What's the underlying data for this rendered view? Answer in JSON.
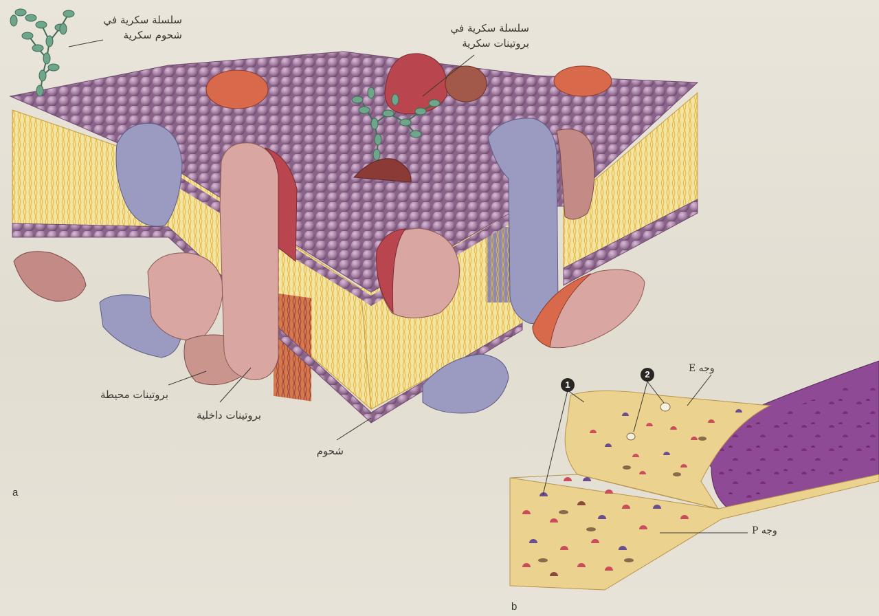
{
  "labels": {
    "glycolipid_chain": "سلسلة سكرية في شحوم سكرية",
    "glycoprotein_chain": "سلسلة سكرية في بروتينات سكرية",
    "peripheral_proteins": "بروتينات محيطة",
    "integral_proteins": "بروتينات داخلية",
    "lipids": "شحوم",
    "e_face": "وجه E",
    "p_face": "وجه P"
  },
  "markers": {
    "m1": "1",
    "m2": "2"
  },
  "panels": {
    "a": "a",
    "b": "b"
  },
  "colors": {
    "lipid_head": "#a57fa4",
    "lipid_tail": "#f0d36a",
    "sugar_chain": "#6fa58b",
    "protein_blue": "#9b9ac0",
    "protein_red": "#b9464f",
    "protein_pink": "#d9a6a1",
    "freeze_fracture_face": "#ebd28e",
    "freeze_fracture_purple": "#8f4a95"
  },
  "icons": {
    "lipid_head": "purple-sphere",
    "sugar_chain": "branched-green-chain",
    "protein": "rounded-blob"
  }
}
